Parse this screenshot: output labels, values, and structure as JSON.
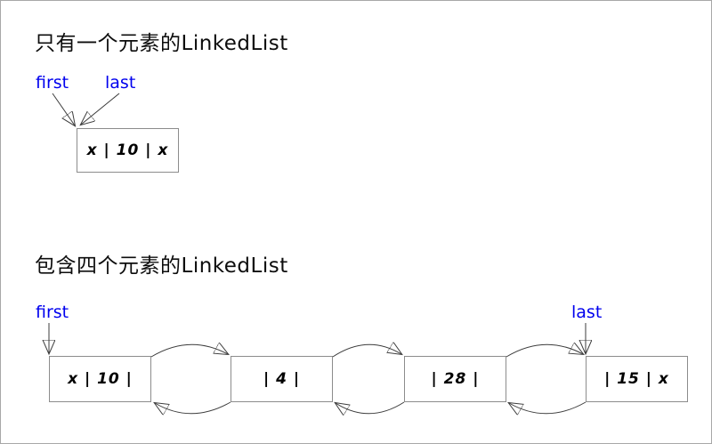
{
  "colors": {
    "pointer_label": "#0000ee",
    "box_border": "#8c8c8c",
    "line": "#3c3c3c",
    "arrowhead": "#000000",
    "background": "#ffffff"
  },
  "single_list": {
    "title": "只有一个元素的LinkedList",
    "pointers": [
      {
        "label": "first"
      },
      {
        "label": "last"
      }
    ],
    "node": {
      "value": "x | 10 | x"
    }
  },
  "four_list": {
    "title": "包含四个元素的LinkedList",
    "pointers": [
      {
        "label": "first"
      },
      {
        "label": "last"
      }
    ],
    "nodes": [
      {
        "value": "x | 10 |"
      },
      {
        "value": "| 4 |"
      },
      {
        "value": "| 28 |"
      },
      {
        "value": "| 15 | x"
      }
    ]
  }
}
